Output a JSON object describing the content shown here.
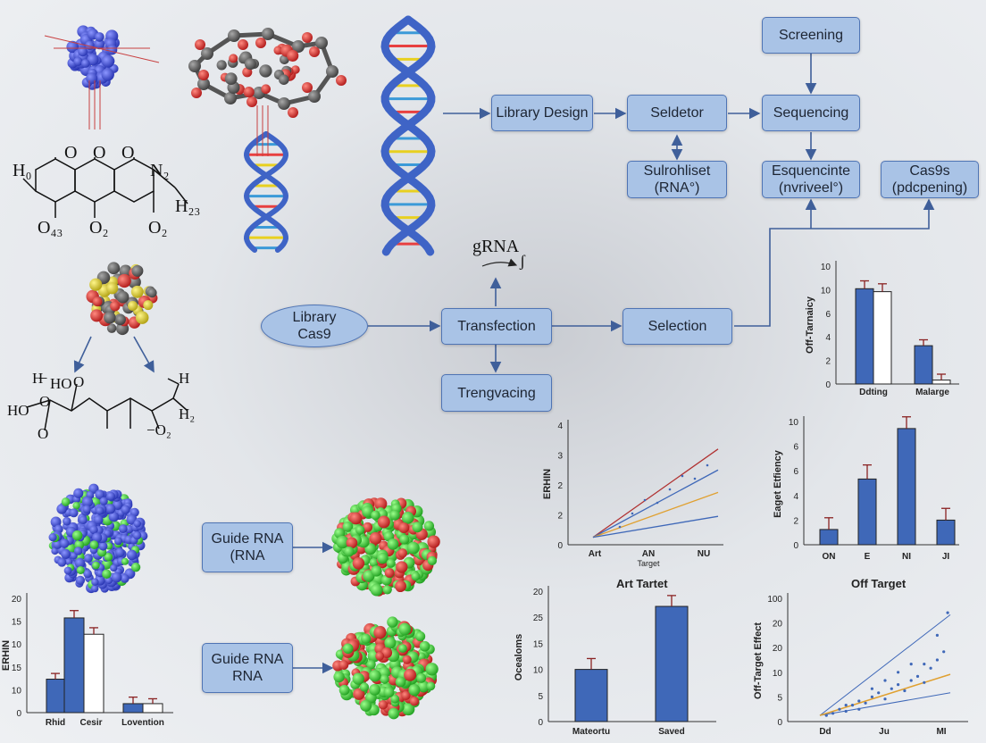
{
  "flow": {
    "screening": "Screening",
    "library_design": "Library Design",
    "seldetor": "Seldetor",
    "sequencing": "Sequencing",
    "sulrohliset": [
      "Sulrohliset",
      "(RNA°)"
    ],
    "esquencinte": [
      "Esquencinte",
      "(nvriveel°)"
    ],
    "cas9s": [
      "Cas9s",
      "(pdcpening)"
    ],
    "library_cas9": [
      "Library",
      "Cas9"
    ],
    "transfection": "Transfection",
    "selection": "Selection",
    "trengvacing": "Trengvacing",
    "grna": "gRNA",
    "guide_rna_1": [
      "Guide RNA",
      "(RNA"
    ],
    "guide_rna_2": [
      "Guide RNA",
      "RNA"
    ]
  },
  "chem": {
    "formula1_labels": [
      "H₀",
      "O",
      "O",
      "O",
      "N₂",
      "O₄₃",
      "O₂",
      "O₂",
      "H₂₃"
    ],
    "formula2_labels": [
      "H̶",
      "HO",
      "O",
      "O",
      "HO",
      "O",
      "H",
      "H₂",
      "−O₂"
    ]
  },
  "colors": {
    "box_fill": "#a9c3e6",
    "box_border": "#4f74b4",
    "bar_blue": "#3f68b8",
    "error": "#8a2222",
    "line_red": "#b03030",
    "line_orange": "#e0a030",
    "dna_backbone": "#3f64c6",
    "molecule_red": "#d42a2a",
    "molecule_green": "#3ec83e",
    "molecule_blue": "#3344cc"
  },
  "icons": [
    "dna-helix-icon",
    "protein-molecule-icon",
    "chemical-structure-icon"
  ],
  "chart_data": [
    {
      "type": "bar",
      "ylabel": "Off-Tarnaicy",
      "categories": [
        "Ddting",
        "Malarge"
      ],
      "series": [
        {
          "values": [
            9.7,
            9.4
          ]
        },
        {
          "values": [
            3.9,
            0.4
          ]
        }
      ],
      "grouping": "by_category",
      "errors": [
        [
          0.8,
          0.8
        ],
        [
          0.6,
          0.6
        ]
      ],
      "yticks": [
        "10",
        "10",
        "6",
        "4",
        "2",
        "0"
      ],
      "ylim": [
        0,
        12
      ]
    },
    {
      "type": "line",
      "ylabel": "ERHIN",
      "xlabel": "Target",
      "categories": [
        "Art",
        "AN",
        "NU"
      ],
      "yticks": [
        "4",
        "3",
        "2",
        "2",
        "0"
      ],
      "lines": [
        {
          "color": "red",
          "x": [
            0,
            1
          ],
          "y": [
            0.25,
            3.2
          ]
        },
        {
          "color": "blue",
          "x": [
            0,
            1
          ],
          "y": [
            0.25,
            2.5
          ]
        },
        {
          "color": "orange",
          "x": [
            0,
            1
          ],
          "y": [
            0.25,
            1.75
          ]
        },
        {
          "color": "blue",
          "x": [
            0,
            1
          ],
          "y": [
            0.25,
            0.95
          ]
        }
      ],
      "ylim": [
        0,
        4
      ]
    },
    {
      "type": "bar",
      "ylabel": "Eaget Etfiency",
      "categories": [
        "ON",
        "E",
        "NI",
        "JI"
      ],
      "values": [
        1.3,
        5.6,
        9.9,
        2.1
      ],
      "errors": [
        1.0,
        1.2,
        1.0,
        1.0
      ],
      "yticks": [
        "10",
        "6",
        "6",
        "4",
        "2",
        "0"
      ],
      "ylim": [
        0,
        10.5
      ]
    },
    {
      "type": "bar",
      "ylabel": "ERHIN",
      "categories": [
        "Rhid",
        "Cesir",
        "Lovention"
      ],
      "series_pairs": [
        [
          4.1,
          11.6
        ],
        [
          9.6
        ],
        [
          1.1,
          1.1
        ]
      ],
      "errors": [
        [
          0.7,
          0.9
        ],
        [
          0.8
        ],
        [
          0.8,
          0.6
        ]
      ],
      "yticks": [
        "20",
        "15",
        "10",
        "15",
        "10",
        "0"
      ],
      "ylim": [
        0,
        14
      ]
    },
    {
      "type": "bar",
      "title": "Art Tartet",
      "ylabel": "Ocealoms",
      "categories": [
        "Mateortu",
        "Saved"
      ],
      "values": [
        12,
        26.5
      ],
      "errors": [
        2.5,
        2.5
      ],
      "yticks": [
        "20",
        "25",
        "15",
        "10",
        "5",
        "0"
      ],
      "ylim": [
        0,
        30
      ]
    },
    {
      "type": "scatter",
      "title": "Off Target",
      "ylabel": "Off-Target Effect",
      "categories": [
        "Dd",
        "Ju",
        "MI"
      ],
      "yticks": [
        "100",
        "20",
        "20",
        "10",
        "5",
        "0"
      ],
      "ylim": [
        0,
        30
      ],
      "points": [
        [
          0.05,
          1.5
        ],
        [
          0.1,
          2
        ],
        [
          0.15,
          3
        ],
        [
          0.2,
          2.5
        ],
        [
          0.25,
          4
        ],
        [
          0.3,
          5
        ],
        [
          0.35,
          4.5
        ],
        [
          0.4,
          6
        ],
        [
          0.45,
          7
        ],
        [
          0.5,
          5.5
        ],
        [
          0.55,
          8
        ],
        [
          0.6,
          9
        ],
        [
          0.65,
          7.5
        ],
        [
          0.7,
          10
        ],
        [
          0.75,
          11
        ],
        [
          0.8,
          9.5
        ],
        [
          0.85,
          13
        ],
        [
          0.9,
          15
        ],
        [
          0.95,
          17
        ],
        [
          0.5,
          10
        ],
        [
          0.6,
          12
        ],
        [
          0.7,
          14
        ],
        [
          0.3,
          3
        ],
        [
          0.2,
          4
        ],
        [
          0.4,
          8
        ],
        [
          0.8,
          14
        ],
        [
          0.9,
          21
        ],
        [
          0.98,
          26.5
        ]
      ],
      "trend": [
        [
          0,
          1.5
        ],
        [
          1,
          11.5
        ]
      ],
      "band_upper": [
        [
          0,
          1.5
        ],
        [
          1,
          26
        ]
      ],
      "band_lower": [
        [
          0,
          1.5
        ],
        [
          1,
          7
        ]
      ]
    }
  ]
}
